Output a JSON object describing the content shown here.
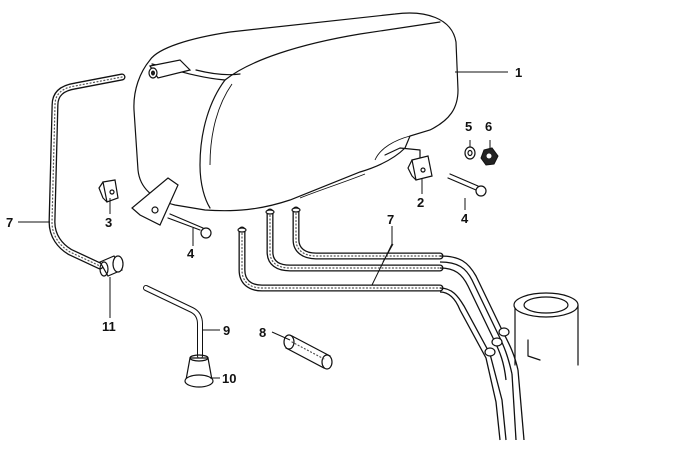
{
  "labels": {
    "l1": "1",
    "l2": "2",
    "l3": "3",
    "l4a": "4",
    "l4b": "4",
    "l5": "5",
    "l6": "6",
    "l7a": "7",
    "l7b": "7",
    "l8": "8",
    "l9": "9",
    "l10": "10",
    "l11": "11"
  }
}
